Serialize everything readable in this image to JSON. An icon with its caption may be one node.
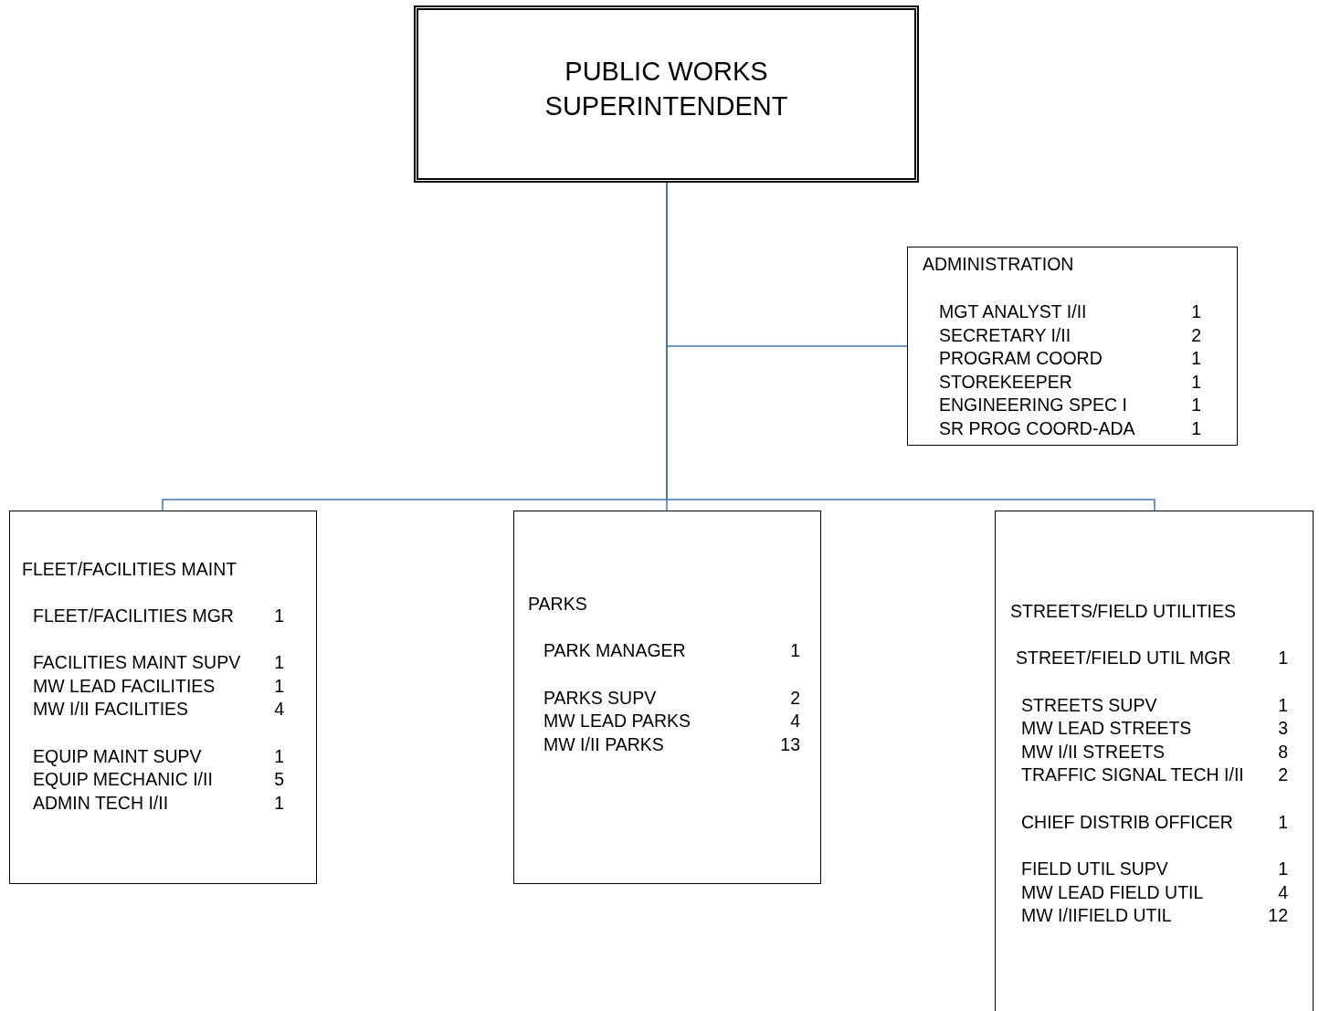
{
  "diagram": {
    "nodes": [
      {
        "text": [
          "PUBLIC WORKS SUPERINTENDENT"
        ]
      },
      {
        "text": [
          "ADMINISTRATION",
          "MGT ANALYST I/II",
          "1",
          "SECRETARY I/II",
          "2",
          "PROGRAM COORD",
          "1",
          "STOREKEEPER",
          "1",
          "ENGINEERING SPEC I",
          "1",
          "SR PROG COORD-ADA",
          "1"
        ]
      },
      {
        "text": [
          "FLEET/FACILITIES MAINT",
          "FLEET/FACILITIES MGR",
          "1",
          "FACILITIES MAINT SUPV",
          "1",
          "MW LEAD FACILITIES",
          "1",
          "MW I/II FACILITIES",
          "4",
          "EQUIP MAINT SUPV",
          "1",
          "EQUIP MECHANIC I/II",
          "5",
          "ADMIN TECH I/II",
          "1"
        ]
      },
      {
        "text": [
          "PARKS",
          "PARK MANAGER",
          "1",
          "PARKS SUPV",
          "2",
          "MW LEAD PARKS",
          "4",
          "MW I/II PARKS",
          "13"
        ]
      },
      {
        "text": [
          "STREETS/FIELD UTILITIES",
          "STREET/FIELD UTIL MGR",
          "1",
          "STREETS SUPV",
          "1",
          "MW LEAD STREETS",
          "3",
          "MW I/II STREETS",
          "8",
          "TRAFFIC SIGNAL TECH I/II",
          "2",
          "CHIEF DISTRIB OFFICER",
          "1",
          "FIELD UTIL SUPV",
          "1",
          "MW LEAD FIELD UTIL",
          "4",
          "MW I/IIFIELD UTIL",
          "12"
        ]
      }
    ],
    "edges": [
      {
        "from": 0,
        "to": 1,
        "arrow": "none"
      },
      {
        "from": 0,
        "to": 2,
        "arrow": "none"
      },
      {
        "from": 0,
        "to": 3,
        "arrow": "none"
      },
      {
        "from": 0,
        "to": 4,
        "arrow": "none"
      }
    ]
  }
}
